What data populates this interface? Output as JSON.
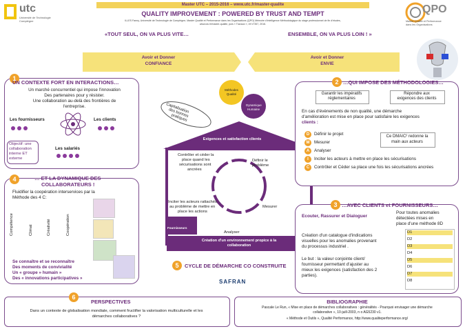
{
  "header": {
    "logo_left": "utc",
    "logo_left_sub1": "Université de Technologie",
    "logo_left_sub2": "Compiègne",
    "top_line": "Master UTC  –  2015-2016  –  www.utc.fr/master-qualite",
    "title": "QUALITY IMPROVEMENT : POWERED BY TRUST AND TEMPT",
    "authors1": "ILLES Fanny, Université de Technologie de Compiègne, Master Qualité et Performance dans les Organisations (QPO) Mémoire d'intelligence Méthodologique du stage professionnel de fin d'études,",
    "authors2": "www.utc.fr/master-qualite, puis « Travaux », réf n°357, 2016.",
    "logo_right": "QPO",
    "logo_right_sub1": "Master Qualité et Performance",
    "logo_right_sub2": "dans les Organisations"
  },
  "quotes": {
    "left": "«TOUT SEUL, ON VA PLUS VITE…",
    "right": "ENSEMBLE, ON VA PLUS LOIN ! »"
  },
  "banners": {
    "left_line1": "Avoir et Donner",
    "left_line2": "CONFIANCE",
    "right_line1": "Avoir et Donner",
    "right_line2": "ENVIE"
  },
  "sec1": {
    "num": "1",
    "title": "UN CONTEXTE FORT EN INTERACTIONS…",
    "line1": "Un marché concurrentiel qui impose l'innovation",
    "line2": "Des partenaires pour y résister.",
    "line3": "Une collaboration au-delà des frontières de",
    "line4": "l'entreprise.",
    "suppliers": "Les fournisseurs",
    "clients": "Les clients",
    "employees": "Les salariés",
    "objective1": "Objectif: une",
    "objective2": "collaboration",
    "objective3": "interne ET",
    "objective4": "externe"
  },
  "sec2": {
    "num": "2",
    "title": "…QUI IMPOSE DES MÉTHODOLOGIES…",
    "btn1_l1": "Garantir les impératifs",
    "btn1_l2": "réglementaires",
    "btn2_l1": "Répondre aux",
    "btn2_l2": "exigences des clients",
    "para1": "En cas d'évènements de non qualité, une démarche",
    "para2": "d'amélioration est mise en place pour satisfaire les exigences",
    "para3": "clients :",
    "steps": [
      "Définir le projet",
      "Mesurer",
      "Analyser",
      "Inciter les acteurs à mettre en place les sécurisations",
      "Contrôler et Céder sa place une fois les sécurisations ancrées"
    ],
    "letters": [
      "D",
      "M",
      "A",
      "I",
      "C"
    ],
    "dmaic1": "Ce DMAIC² redonne la",
    "dmaic2": "main aux acteurs"
  },
  "sec3": {
    "num": "3",
    "title": "…AVEC CLIENTS et FOURNISSEURS…",
    "sub": "Ecouter, Rassurer et Dialoguer",
    "right1": "Pour toutes anomalies",
    "right2": "détectées mises en",
    "right3": "place d'une méthode 8D",
    "p1": "Création d'un catalogue d'indications",
    "p2": "visuelles pour les anomalies provenant",
    "p3": "du processus industriel .",
    "p4": "Le but : la valeur conjointe client/",
    "p5": "fournisseur permettant d'ajuster au",
    "p6": "mieux les exigences (satisfaction des 2",
    "p7": "parties).",
    "d8": [
      "D1",
      "D2",
      "D3",
      "D4",
      "D5",
      "D6",
      "D7",
      "D8"
    ]
  },
  "sec4": {
    "num": "4",
    "title1": "… ET LA DYNAMIQUE DES",
    "title2": "COLLABORATEURS !",
    "l1": "Fluidifier la coopération interservices par la",
    "l2": "Méthode des 4 C:",
    "c": [
      "Compétence",
      "Climat",
      "Créativité",
      "Coopération"
    ],
    "b1": "Se connaître et se reconnaître",
    "b2": "Des moments de convivialité",
    "b3": "Un « groupe » humain »",
    "b4": "Des « innovations participatives »"
  },
  "sec5": {
    "num": "5",
    "title": "CYCLE DE DÉMARCHE CO CONSTRUITE",
    "brand": "SAFRAN"
  },
  "house": {
    "roof": "Exigences et satisfaction clients",
    "methods1": "Méthodes",
    "methods2": "Qualité",
    "dyn1": "Dynamique",
    "dyn2": "Humaine",
    "capital1": "Capitalisation",
    "capital2": "des bonnes",
    "capital3": "pratiques",
    "ctrl1": "Contrôler et céder la",
    "ctrl2": "place quand les",
    "ctrl3": "sécurisations sont",
    "ctrl4": "ancrées",
    "def1": "Définir le",
    "def2": "problème",
    "inc1": "Inciter les acteurs rattachés",
    "inc2": "au problème de mettre en",
    "inc3": "place les actions",
    "measure": "Mesurer",
    "analyze": "Analyser",
    "supplier_tag": "Fournisseurs",
    "base1": "Création d'un environnement propice à la",
    "base2": "collaboration"
  },
  "sec6": {
    "num": "6",
    "title": "PERSPECTIVES",
    "l1": "Dans un contexte de globalisation mondiale, comment fructifier la valorisation multiculturelle et les",
    "l2": "démarches collaboratives ?"
  },
  "biblio": {
    "title": "BIBLIOGRAPHIE",
    "l1": "Pascale Le Run, « Mise en place de démarches collaboratives : généralités - Pourquoi envisager une démarche",
    "l2": "collaborative », 10-juill-2003, n o AG5230 v1.",
    "l3": "« Méthode et Outils », Qualité Performance, http://www.qualiteperformance.org/"
  },
  "colors": {
    "purple": "#6b2c7a",
    "gold": "#f6e27a",
    "orange": "#f0a22a",
    "house": "#6b2c7a"
  }
}
